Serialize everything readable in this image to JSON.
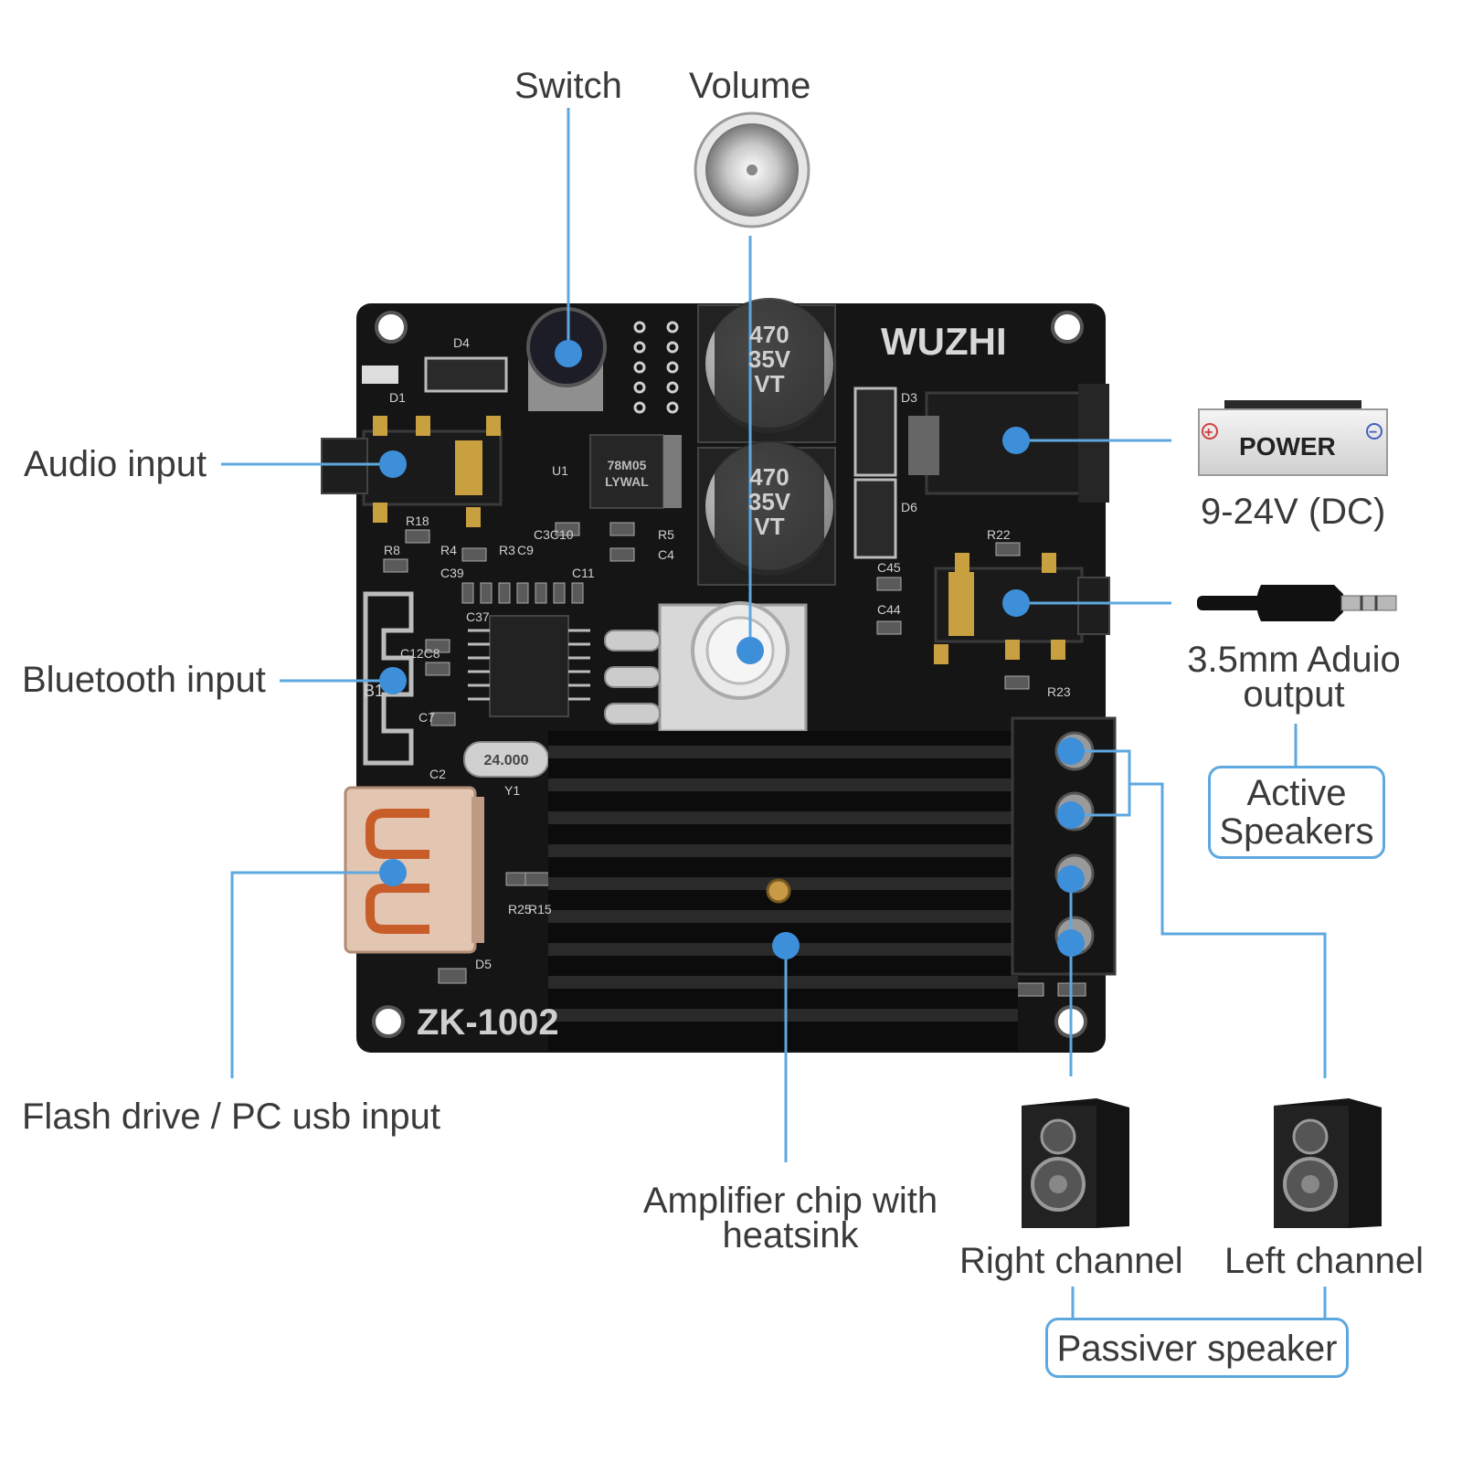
{
  "labels": {
    "switch": "Switch",
    "volume": "Volume",
    "audio_input": "Audio input",
    "bluetooth_input": "Bluetooth input",
    "flash_drive": "Flash drive / PC usb input",
    "amplifier_line1": "Amplifier chip with",
    "amplifier_line2": "heatsink",
    "power_voltage": "9-24V (DC)",
    "audio_output_line1": "3.5mm Aduio",
    "audio_output_line2": "output",
    "active_line1": "Active",
    "active_line2": "Speakers",
    "right_channel": "Right channel",
    "left_channel": "Left channel",
    "passive_speaker": "Passiver speaker"
  },
  "board": {
    "brand": "WUZHI",
    "model": "ZK-1002",
    "capacitor_line1": "470",
    "capacitor_line2": "35V",
    "capacitor_line3": "VT",
    "regulator_line1": "78M05",
    "regulator_line2": "LYWAL",
    "crystal": "24.000",
    "silk": [
      "D4",
      "D1",
      "R18",
      "R8",
      "R4",
      "R3",
      "C9",
      "C3C10",
      "R5",
      "C4",
      "U1",
      "C39",
      "C37",
      "C11",
      "C12C8",
      "B1",
      "C7",
      "C2",
      "R25",
      "R15",
      "D5",
      "Y1",
      "D3",
      "D6",
      "C45",
      "C44",
      "R22",
      "R23"
    ]
  },
  "battery": {
    "label": "POWER",
    "plus": "+",
    "minus": "−"
  },
  "colors": {
    "callout": "#5ea8e0",
    "dot": "#3d8fd9",
    "board": "#151515",
    "heatsink": "#111111"
  }
}
